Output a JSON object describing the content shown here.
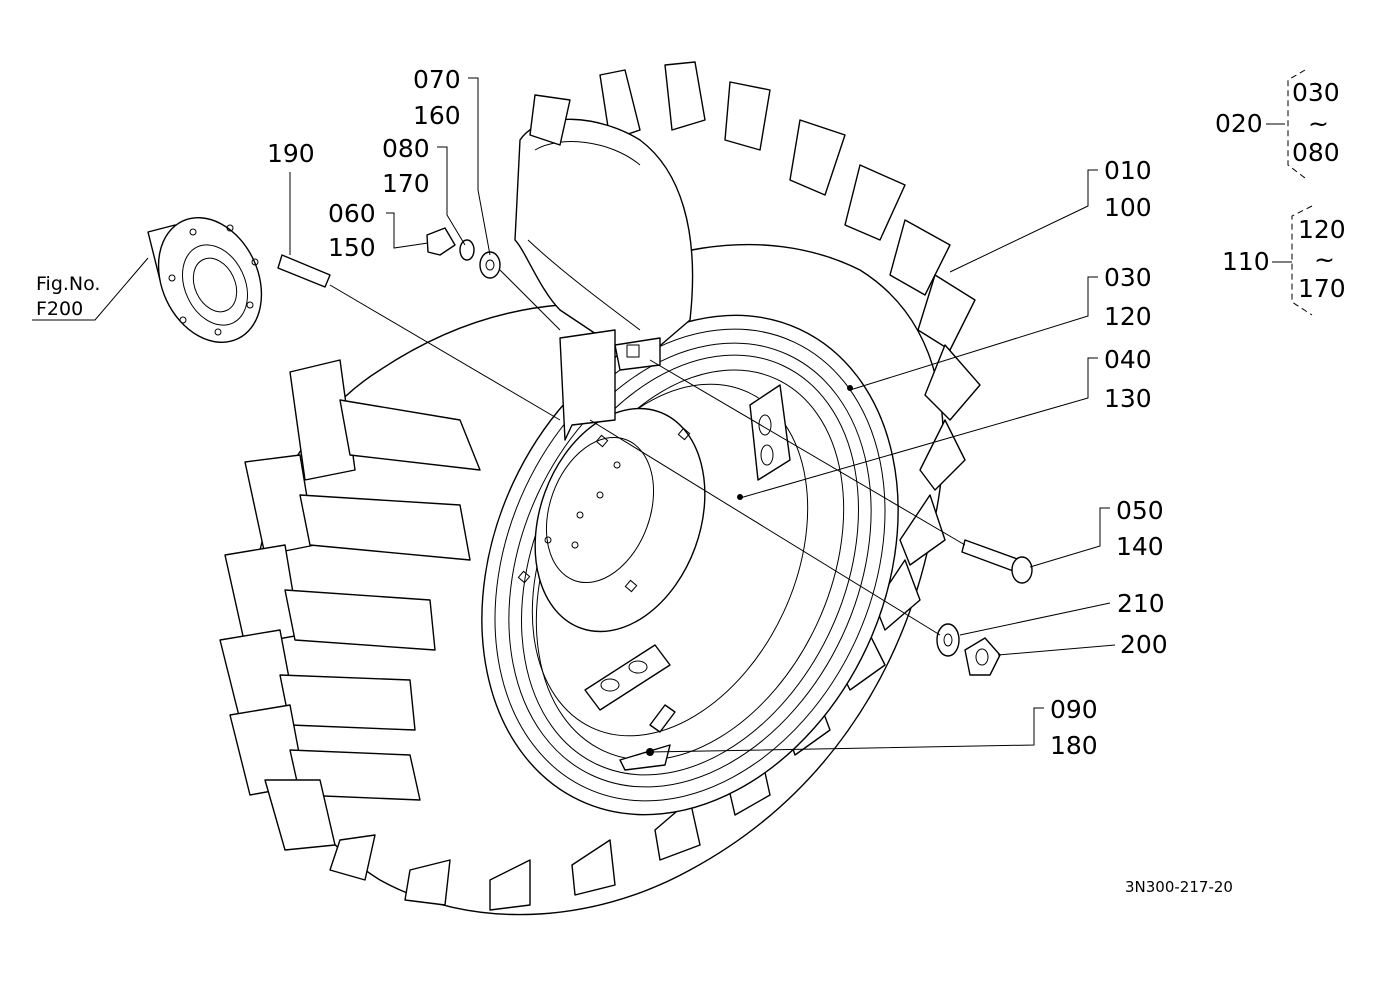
{
  "drawing_code": "3N300-217-20",
  "fig_ref": {
    "line1": "Fig.No.",
    "line2": "F200"
  },
  "callouts": [
    {
      "id": "c190",
      "lines": [
        "190"
      ]
    },
    {
      "id": "c070",
      "lines": [
        "070",
        "160"
      ]
    },
    {
      "id": "c080",
      "lines": [
        "080",
        "170"
      ]
    },
    {
      "id": "c060",
      "lines": [
        "060",
        "150"
      ]
    },
    {
      "id": "c010",
      "lines": [
        "010",
        "100"
      ]
    },
    {
      "id": "c030",
      "lines": [
        "030",
        "120"
      ]
    },
    {
      "id": "c040",
      "lines": [
        "040",
        "130"
      ]
    },
    {
      "id": "c050",
      "lines": [
        "050",
        "140"
      ]
    },
    {
      "id": "c210",
      "lines": [
        "210"
      ]
    },
    {
      "id": "c200",
      "lines": [
        "200"
      ]
    },
    {
      "id": "c090",
      "lines": [
        "090",
        "180"
      ]
    }
  ],
  "group_legend": [
    {
      "id": "g020",
      "parent": "020",
      "from": "030",
      "tilde": "~",
      "to": "080"
    },
    {
      "id": "g110",
      "parent": "110",
      "from": "120",
      "tilde": "~",
      "to": "170"
    }
  ]
}
